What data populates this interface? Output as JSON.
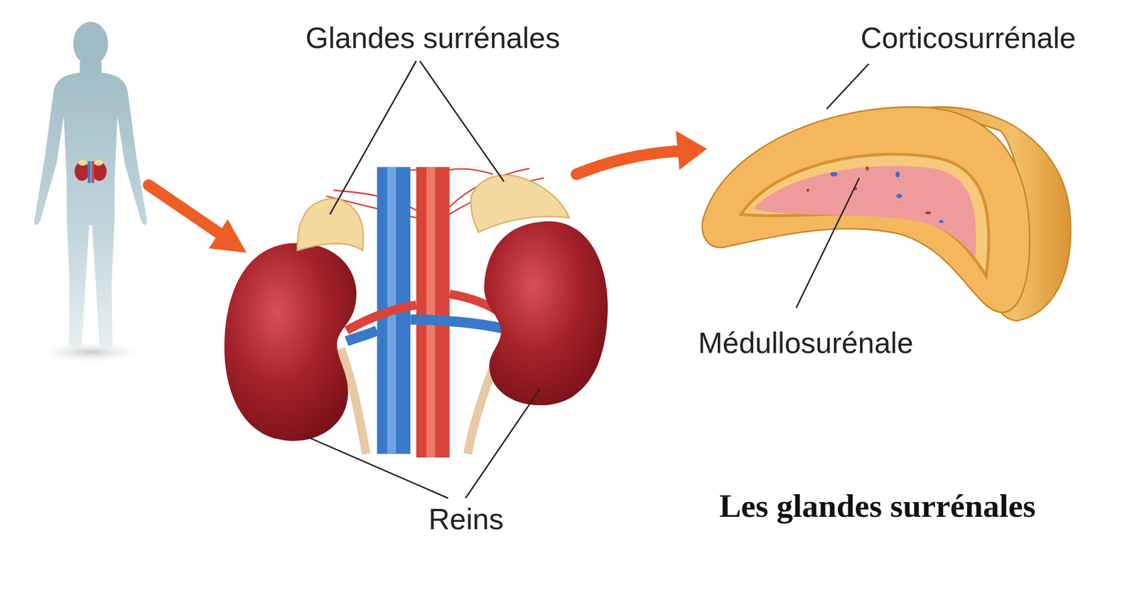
{
  "diagram": {
    "title": "Les glandes surrénales",
    "labels": [
      "Glandes surrénales",
      "Corticosurrénale",
      "Médullosurénale",
      "Reins"
    ]
  }
}
